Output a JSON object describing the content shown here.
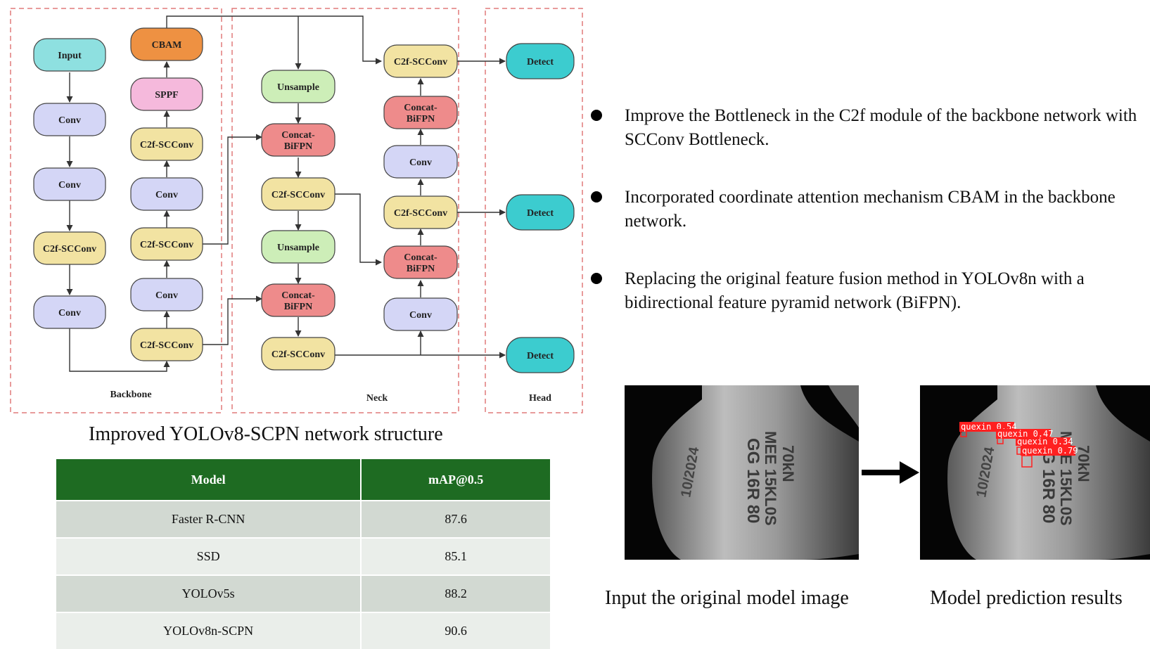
{
  "diagram": {
    "sections": {
      "backbone": "Backbone",
      "neck": "Neck",
      "head": "Head"
    },
    "nodes": {
      "input": "Input",
      "b_conv1": "Conv",
      "b_conv2": "Conv",
      "b_c2f1": "C2f-SCConv",
      "b_conv3": "Conv",
      "b2_c2f_bottom": "C2f-SCConv",
      "b2_conv_a": "Conv",
      "b2_c2f_mid": "C2f-SCConv",
      "b2_conv_b": "Conv",
      "b2_c2f_top": "C2f-SCConv",
      "sppf": "SPPF",
      "cbam": "CBAM",
      "n_unsample1": "Unsample",
      "n_concat1": "Concat-\nBiFPN",
      "n_c2f1": "C2f-SCConv",
      "n_unsample2": "Unsample",
      "n_concat2": "Concat-\nBiFPN",
      "n_c2f2": "C2f-SCConv",
      "n2_conv_bottom": "Conv",
      "n2_concat_low": "Concat-\nBiFPN",
      "n2_c2f_mid": "C2f-SCConv",
      "n2_conv_mid": "Conv",
      "n2_concat_high": "Concat-\nBiFPN",
      "n2_c2f_top": "C2f-SCConv",
      "detect_top": "Detect",
      "detect_mid": "Detect",
      "detect_bottom": "Detect"
    },
    "colors": {
      "input": "#8ee0e0",
      "conv": "#d4d6f6",
      "c2f": "#f2e3a2",
      "sppf": "#f5b9dc",
      "cbam": "#ee9142",
      "unsample": "#cdeeb8",
      "concat": "#ee8b8b",
      "detect": "#3ccccf",
      "dash": "#e07a7a"
    }
  },
  "captions": {
    "network": "Improved YOLOv8-SCPN network structure",
    "input_image": "Input the original model image",
    "prediction": "Model prediction results"
  },
  "bullets": [
    "Improve the Bottleneck in the C2f module of the backbone network with SCConv Bottleneck.",
    "Incorporated coordinate attention mechanism CBAM in the backbone network.",
    "Replacing the original feature fusion method in YOLOv8n with a bidirectional feature pyramid network (BiFPN)."
  ],
  "table": {
    "headers": [
      "Model",
      "mAP@0.5"
    ],
    "rows": [
      [
        "Faster R-CNN",
        "87.6"
      ],
      [
        "SSD",
        "85.1"
      ],
      [
        "YOLOv5s",
        "88.2"
      ],
      [
        "YOLOv8n-SCPN",
        "90.6"
      ]
    ],
    "header_color": "#1e6b22"
  },
  "photos": {
    "original_text_lines": [
      "GG 16R 80",
      "MEE 15KL0S",
      "70kN"
    ],
    "side_mark": "10/2024",
    "detections": [
      {
        "label": "quexin 0.54"
      },
      {
        "label": "quexin 0.47"
      },
      {
        "label": "quexin 0.34"
      },
      {
        "label": "quexin 0.79"
      }
    ],
    "detect_color": "#ff2020"
  }
}
